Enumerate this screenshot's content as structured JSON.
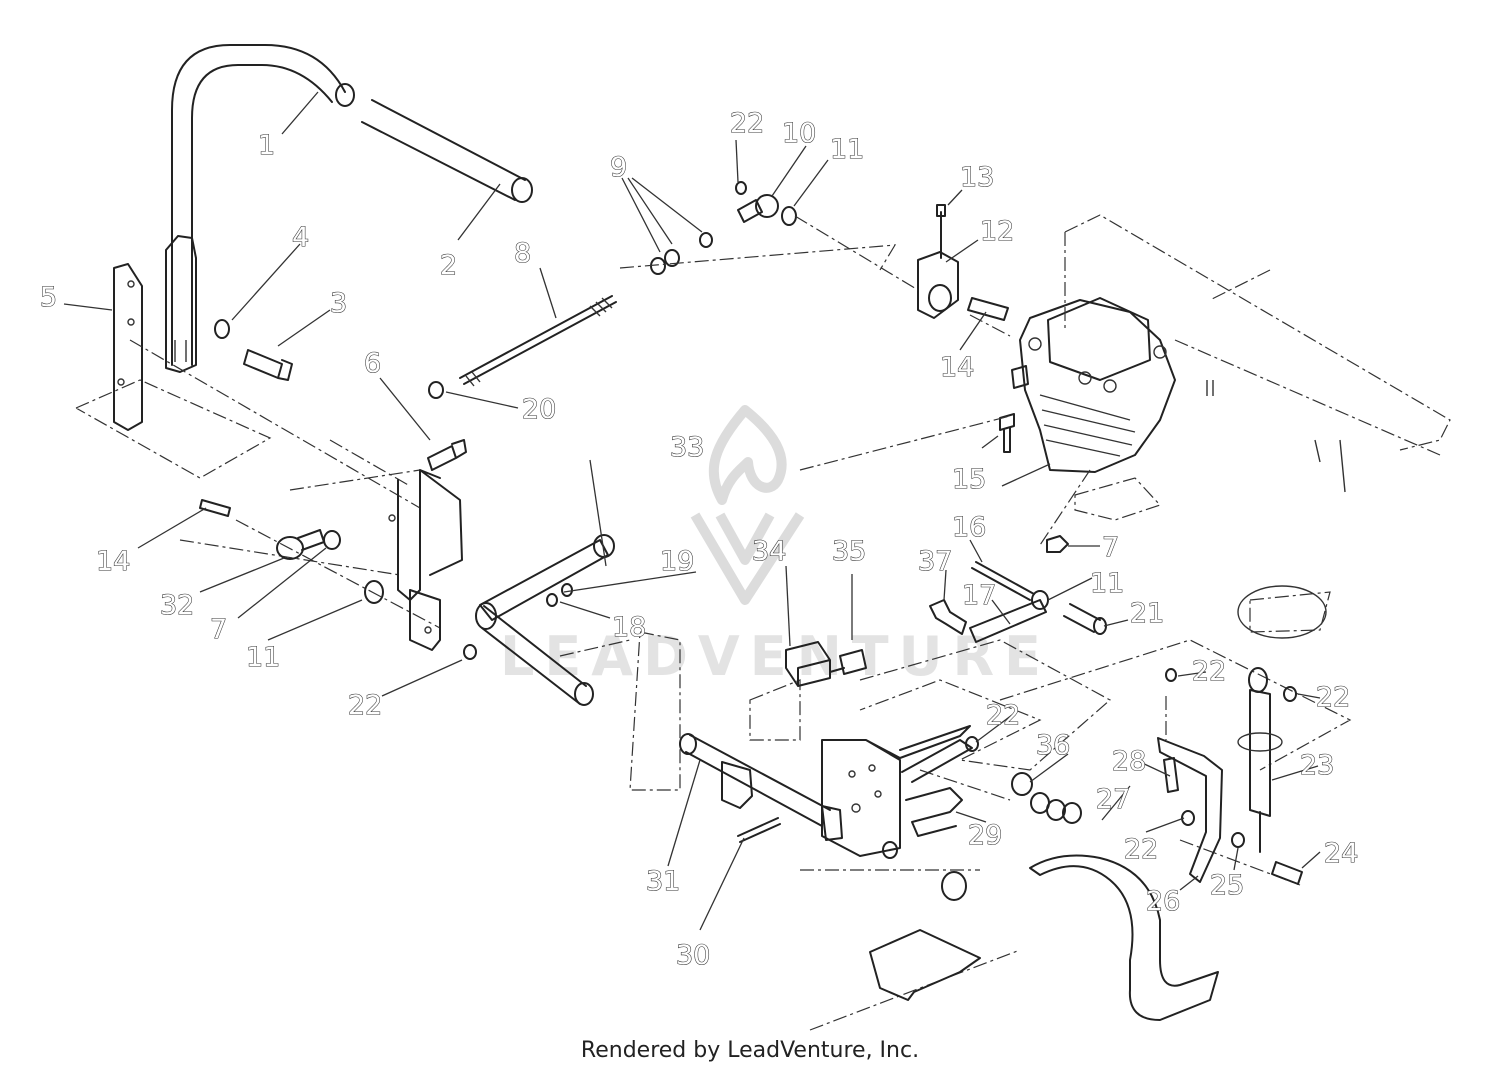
{
  "callouts": [
    "1",
    "2",
    "3",
    "4",
    "5",
    "6",
    "7",
    "8",
    "9",
    "10",
    "11",
    "12",
    "13",
    "14",
    "15",
    "16",
    "17",
    "18",
    "19",
    "20",
    "21",
    "22",
    "23",
    "24",
    "25",
    "26",
    "27",
    "28",
    "29",
    "30",
    "31",
    "32",
    "33",
    "34",
    "35",
    "36",
    "37"
  ],
  "watermark": {
    "brand": "LEADVENTURE"
  },
  "footer": {
    "text": "Rendered by LeadVenture, Inc."
  },
  "colors": {
    "ink": "#222222",
    "watermark": "#dcdcdc",
    "background": "#ffffff"
  }
}
